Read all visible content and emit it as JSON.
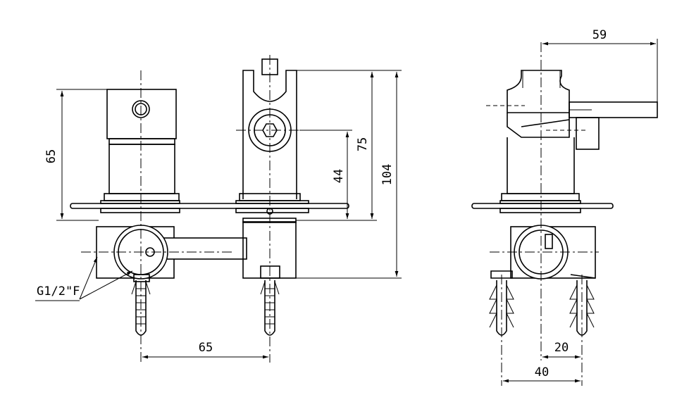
{
  "front_view": {
    "dim_handle_height": "65",
    "dim_spacing": "65",
    "dim_outlet_height": "44",
    "dim_holder_height": "75",
    "dim_total_height": "104",
    "thread_label": "G1/2\"F"
  },
  "side_view": {
    "dim_depth": "59",
    "dim_half_width": "20",
    "dim_width": "40"
  }
}
